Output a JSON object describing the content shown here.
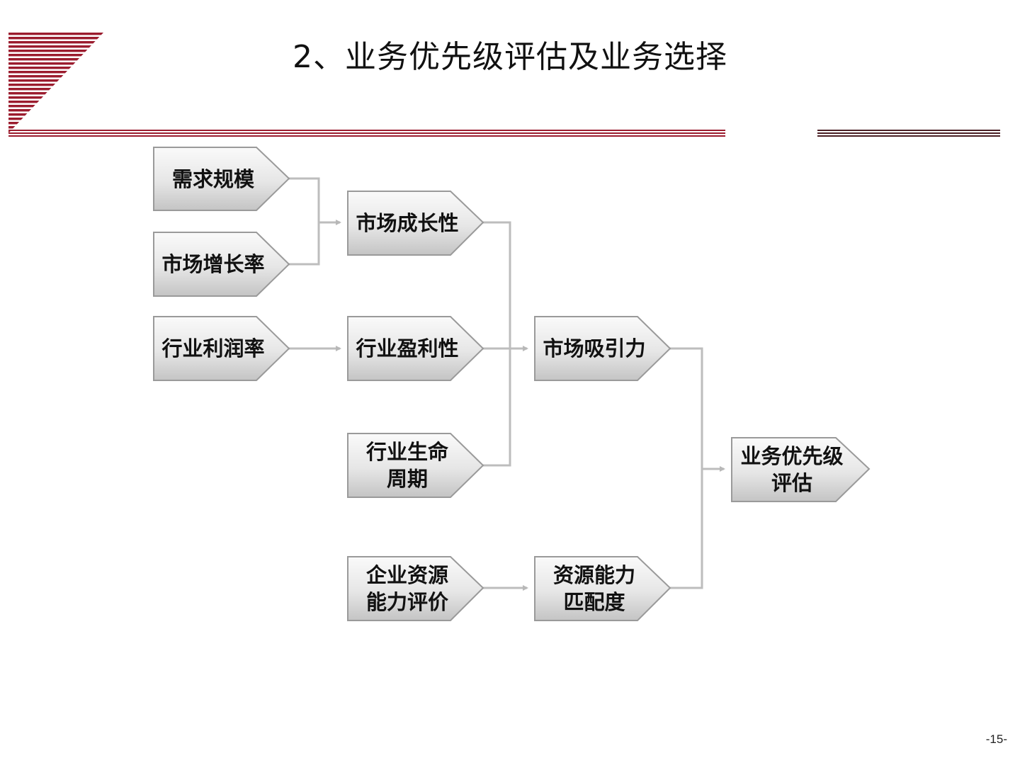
{
  "slide": {
    "title": "2、业务优先级评估及业务选择",
    "page_number": "-15-",
    "accent_color": "#9b1c2e"
  },
  "diagram": {
    "nodes": {
      "demand_scale": "需求规模",
      "market_growth_rate": "市场增长率",
      "industry_profit_rate": "行业利润率",
      "market_growth": "市场成长性",
      "industry_profitability": "行业盈利性",
      "industry_life_cycle": "行业生命\n周期",
      "enterprise_resource_eval": "企业资源\n能力评价",
      "market_attractiveness": "市场吸引力",
      "resource_capability_match": "资源能力\n匹配度",
      "business_priority_eval": "业务优先级\n评估"
    }
  }
}
